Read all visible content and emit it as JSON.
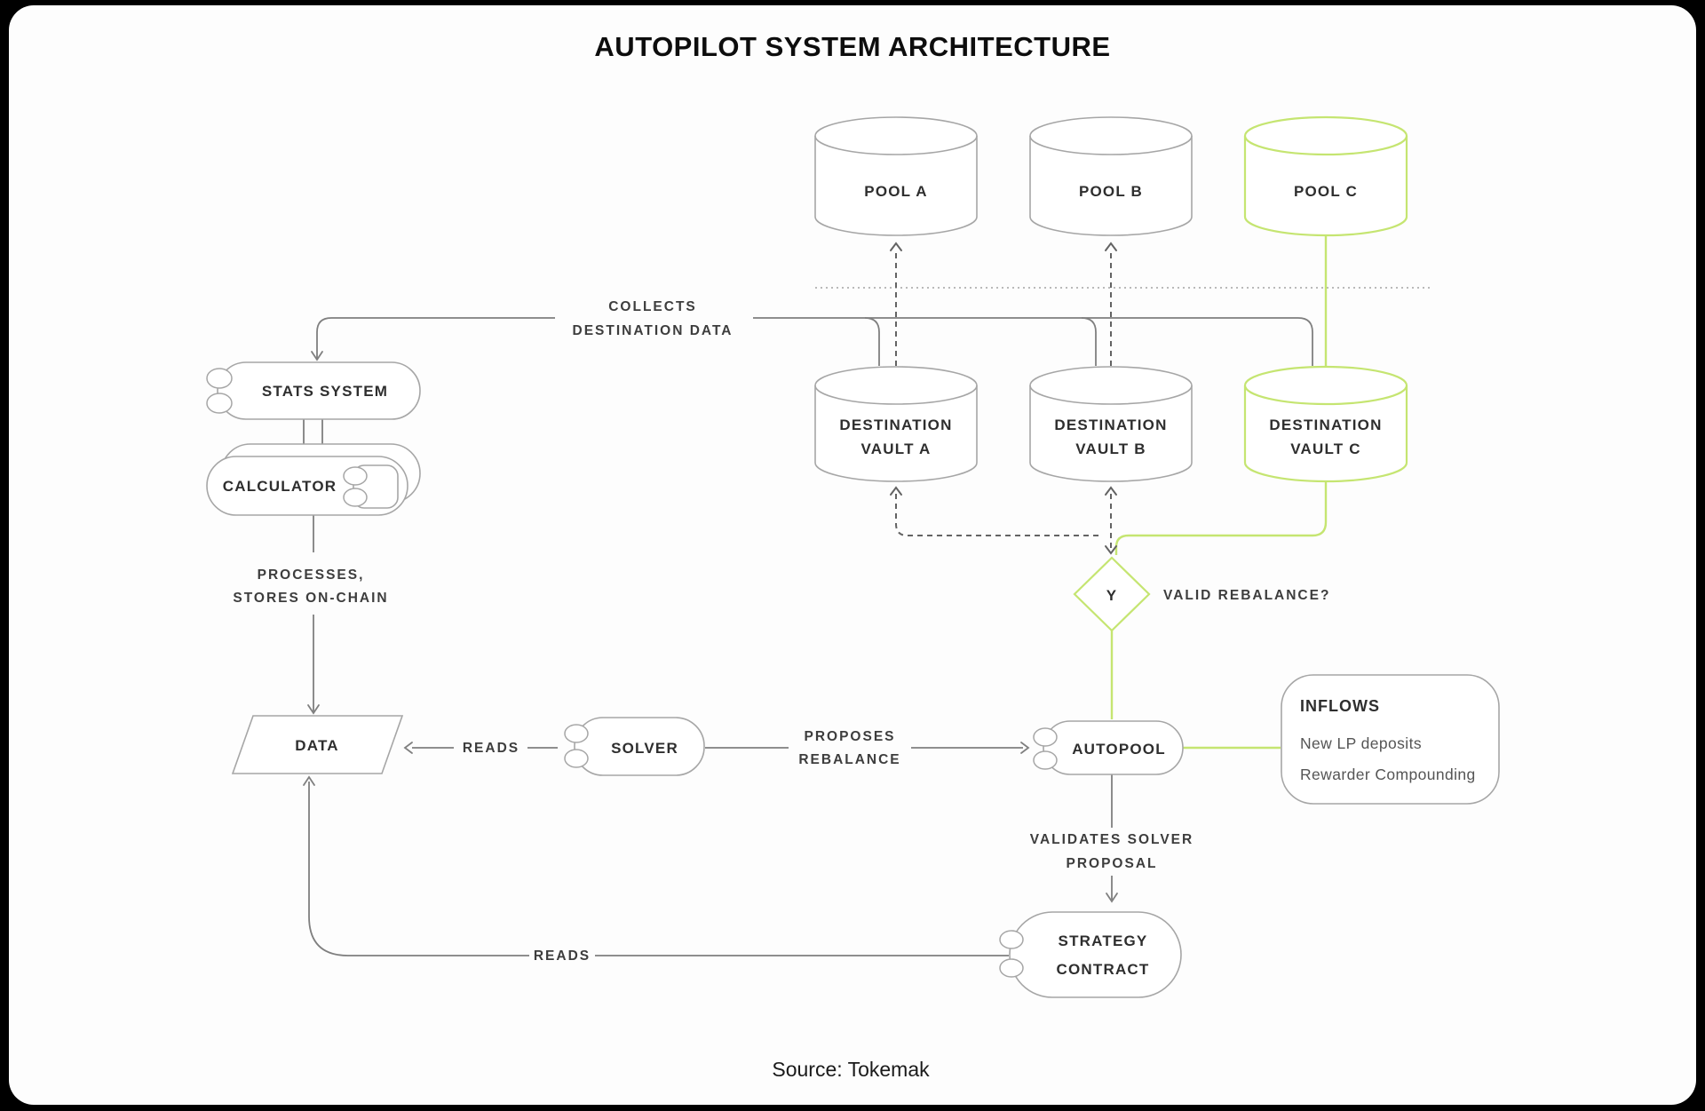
{
  "title": "AUTOPILOT SYSTEM ARCHITECTURE",
  "source": "Source: Tokemak",
  "colors": {
    "accent_green": "#c5e571",
    "line_gray": "#7f7f7f",
    "dash_gray": "#636363",
    "text": "#2e2e2e"
  },
  "nodes": {
    "pool_a": {
      "label": "POOL A"
    },
    "pool_b": {
      "label": "POOL B"
    },
    "pool_c": {
      "label": "POOL C"
    },
    "vault_a": {
      "line1": "DESTINATION",
      "line2": "VAULT A"
    },
    "vault_b": {
      "line1": "DESTINATION",
      "line2": "VAULT B"
    },
    "vault_c": {
      "line1": "DESTINATION",
      "line2": "VAULT C"
    },
    "stats_system": {
      "label": "STATS SYSTEM"
    },
    "calculator": {
      "label": "CALCULATOR"
    },
    "data": {
      "label": "DATA"
    },
    "solver": {
      "label": "SOLVER"
    },
    "autopool": {
      "label": "AUTOPOOL"
    },
    "decision": {
      "label": "Y",
      "question": "VALID REBALANCE?"
    },
    "strategy_contract": {
      "line1": "STRATEGY",
      "line2": "CONTRACT"
    },
    "inflows": {
      "title": "INFLOWS",
      "item1": "New LP deposits",
      "item2": "Rewarder Compounding"
    }
  },
  "edges": {
    "collects": {
      "line1": "COLLECTS",
      "line2": "DESTINATION DATA"
    },
    "processes": {
      "line1": "PROCESSES,",
      "line2": "STORES ON-CHAIN"
    },
    "reads_solver": {
      "label": "READS"
    },
    "proposes": {
      "line1": "PROPOSES",
      "line2": "REBALANCE"
    },
    "validates": {
      "line1": "VALIDATES SOLVER",
      "line2": "PROPOSAL"
    },
    "reads_strategy": {
      "label": "READS"
    }
  }
}
